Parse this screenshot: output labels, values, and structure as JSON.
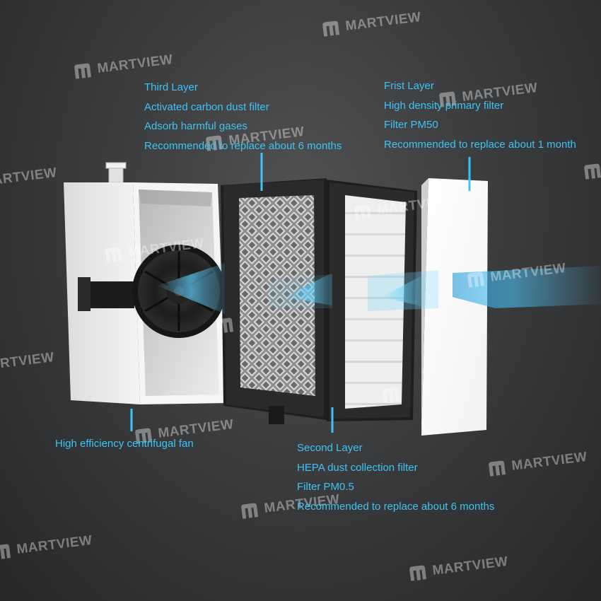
{
  "brand": {
    "name": "MARTVIEW",
    "logo_glyph": "m",
    "watermark_color": "#ffffff"
  },
  "annotation_color": "#3fc3f5",
  "third_layer": {
    "line1": "Third Layer",
    "line2": "Activated carbon dust filter",
    "line3": "Adsorb harmful gases",
    "line4": "Recommended to replace about 6 months"
  },
  "first_layer": {
    "line1": "Frist Layer",
    "line2": "High density primary filter",
    "line3": "Filter PM50",
    "line4": "Recommended to replace about 1 month"
  },
  "second_layer": {
    "line1": "Second Layer",
    "line2": "HEPA dust collection filter",
    "line3": "Filter PM0.5",
    "line4": "Recommended to replace about 6 months"
  },
  "fan": {
    "label": "High efficiency centrifugal fan"
  },
  "icons": {
    "logo": "martview-logo-icon",
    "airflow": "airflow-arrow-icon",
    "pointer": "leader-line-icon"
  }
}
